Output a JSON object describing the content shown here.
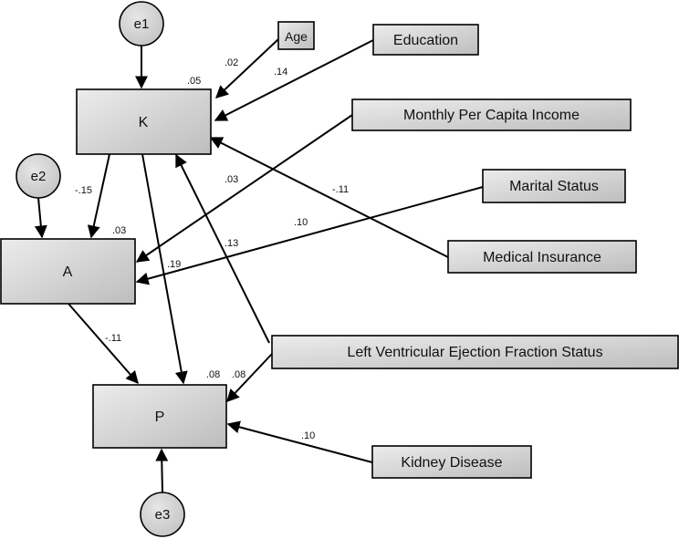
{
  "colors": {
    "node_light": "#ececec",
    "node_dark": "#bdbdbd",
    "stroke": "#000000",
    "text": "#111111"
  },
  "latents": {
    "e1": "e1",
    "e2": "e2",
    "e3": "e3"
  },
  "variables": {
    "k": "K",
    "a": "A",
    "p": "P",
    "age": "Age",
    "education": "Education",
    "income": "Monthly Per Capita Income",
    "marital": "Marital Status",
    "insurance": "Medical Insurance",
    "lvef": "Left Ventricular Ejection Fraction Status",
    "kidney": "Kidney Disease"
  },
  "r_squared": {
    "k": ".05",
    "a": ".03",
    "p": ".08"
  },
  "coefficients": {
    "age_k": ".02",
    "education_k": ".14",
    "income_a": ".03",
    "insurance_k": "-.11",
    "marital_a": ".10",
    "k_a": "-.15",
    "k_p": ".19",
    "lvef_k": ".13",
    "lvef_p": ".08",
    "a_p": "-.11",
    "kidney_p": ".10"
  }
}
